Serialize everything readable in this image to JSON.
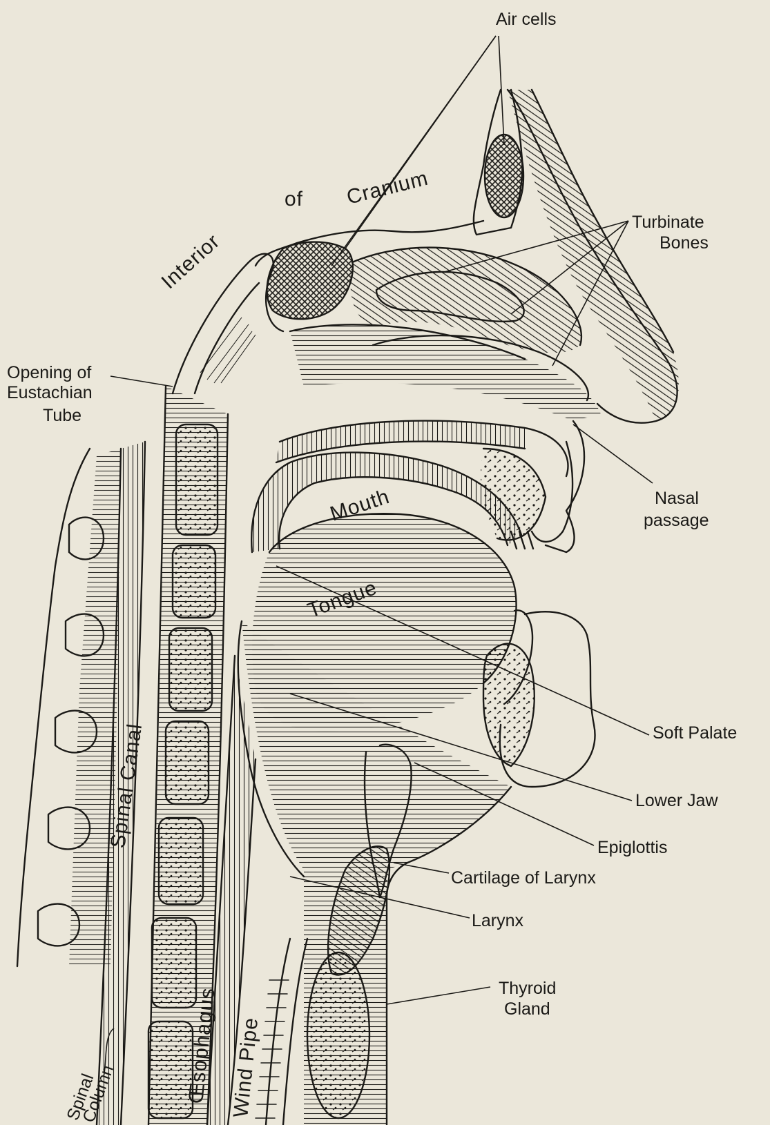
{
  "labels": {
    "air_cells": "Air cells",
    "interior": "Interior",
    "of": "of",
    "cranium": "Cranium",
    "turbinate_1": "Turbinate",
    "turbinate_2": "Bones",
    "eustachian_1": "Opening of",
    "eustachian_2": "Eustachian",
    "eustachian_3": "Tube",
    "nasal_1": "Nasal",
    "nasal_2": "passage",
    "mouth": "Mouth",
    "tongue": "Tongue",
    "soft_palate": "Soft Palate",
    "lower_jaw": "Lower Jaw",
    "epiglottis": "Epiglottis",
    "cartilage": "Cartilage of Larynx",
    "larynx": "Larynx",
    "thyroid_1": "Thyroid",
    "thyroid_2": "Gland",
    "spinal_canal": "Spinal Canal",
    "oesophagus": "Œsophagus",
    "wind_pipe": "Wind Pipe",
    "spinal_col_1": "Spinal",
    "spinal_col_2": "Column"
  },
  "colors": {
    "paper": "#ebe7da",
    "ink": "#1b1a17"
  }
}
